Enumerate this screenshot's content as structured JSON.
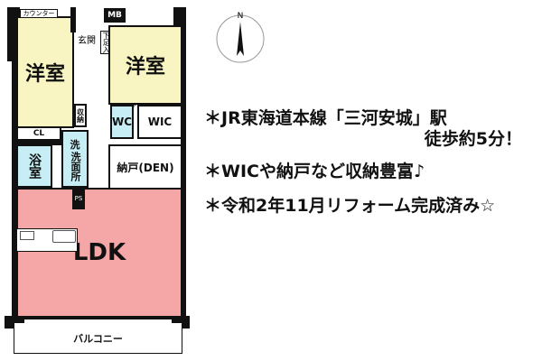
{
  "floorplan": {
    "rooms": {
      "western_room_left": "洋室",
      "western_room_right": "洋室",
      "counter": "カウンター",
      "meter_box": "MB",
      "entrance": "玄関",
      "shoe_storage": "下足入",
      "storage": "収納",
      "pipe_space_upper": "PS",
      "wc": "WC",
      "wic": "WIC",
      "closet": "CL",
      "bath": "浴室",
      "laundry": "洗",
      "washroom": "洗面所",
      "den": "納戸(DEN)",
      "pipe_space_lower": "PS",
      "ldk": "LDK",
      "balcony": "バルコニー"
    },
    "compass_label": "N",
    "colors": {
      "western": "#f8f5c2",
      "wet_area": "#c6eef4",
      "ldk": "#f5a6a6"
    }
  },
  "features": {
    "line1": "＊JR東海道本線「三河安城」駅",
    "line2": "徒歩約5分！",
    "line3": "＊WICや納戸など収納豊富♪",
    "line4": "＊令和2年11月リフォーム完成済み☆"
  }
}
